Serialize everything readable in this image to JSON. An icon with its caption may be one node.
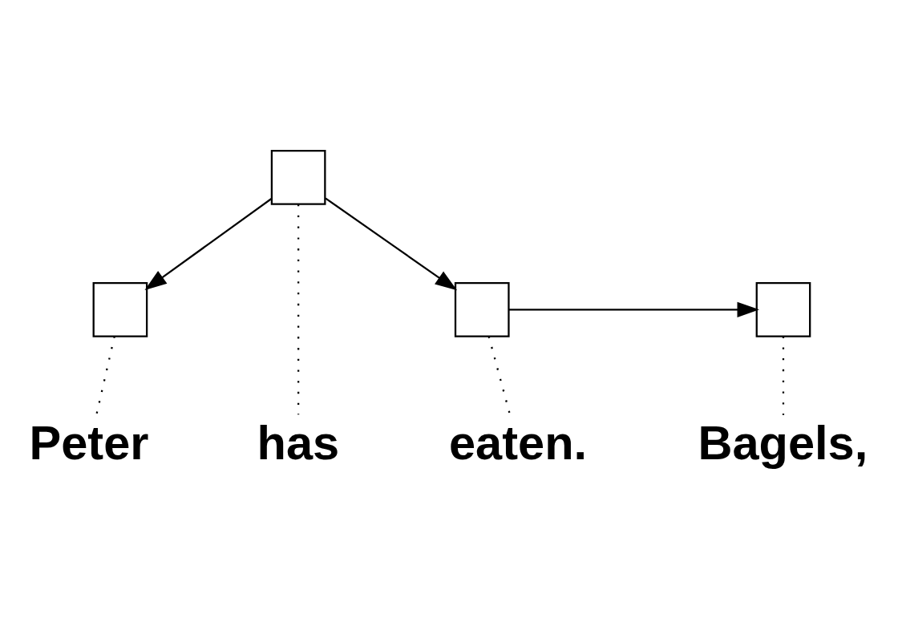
{
  "diagram": {
    "nodes": [
      {
        "text": [],
        "shape": "box"
      },
      {
        "text": [],
        "shape": "box"
      },
      {
        "text": [],
        "shape": "box"
      },
      {
        "text": [],
        "shape": "box"
      },
      {
        "text": [
          "Bagels,"
        ]
      },
      {
        "text": [
          "Peter"
        ]
      },
      {
        "text": [
          "has"
        ]
      },
      {
        "text": [
          "eaten."
        ]
      }
    ],
    "edges": [
      {
        "from": 3,
        "to": 4,
        "arrow": "none",
        "style": "dashed"
      },
      {
        "from": 0,
        "to": 1,
        "arrow": "to"
      },
      {
        "from": 0,
        "to": 6,
        "arrow": "none",
        "style": "dashed"
      },
      {
        "from": 0,
        "to": 2,
        "arrow": "to"
      },
      {
        "from": 1,
        "to": 5,
        "arrow": "none",
        "style": "dashed"
      },
      {
        "from": 2,
        "to": 3,
        "arrow": "to"
      },
      {
        "from": 2,
        "to": 7,
        "arrow": "none",
        "style": "dashed"
      }
    ]
  }
}
